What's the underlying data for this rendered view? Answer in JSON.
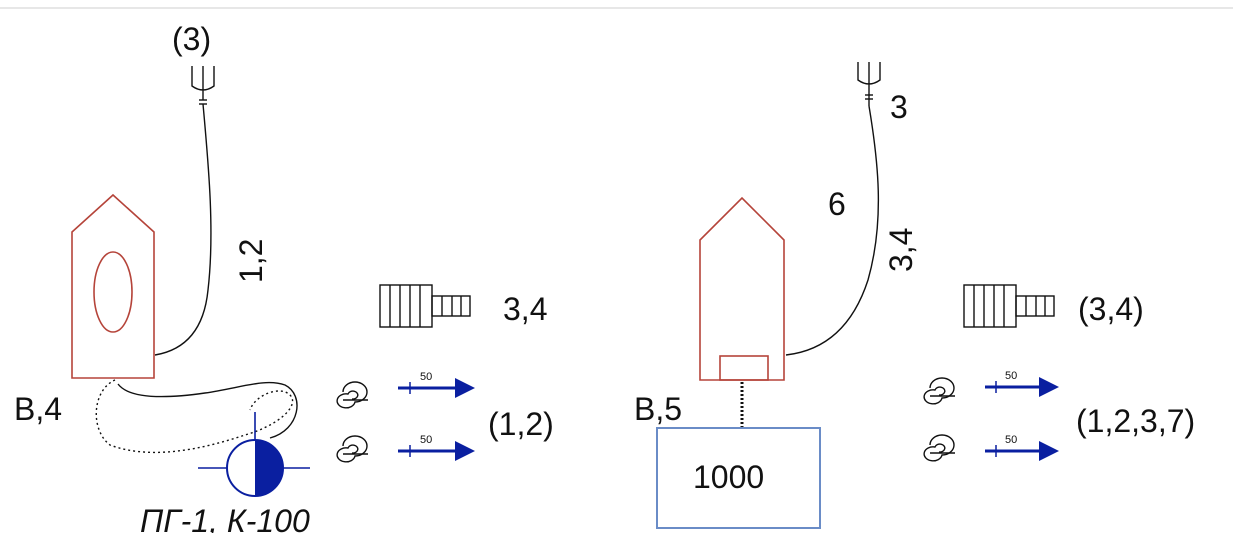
{
  "colors": {
    "vehicle_outline": "#b5443a",
    "arrow": "#0a1fa0",
    "tank_box": "#6a8cc7",
    "line": "#111111"
  },
  "left_scheme": {
    "nozzle_label": "(3)",
    "hose_label": "1,2",
    "vehicle_label": "B,4",
    "ladder_label": "3,4",
    "arrow_value_1": "50",
    "arrow_value_2": "50",
    "arrows_label": "(1,2)",
    "hydrant_label": "ПГ-1, К-100"
  },
  "right_scheme": {
    "nozzle_label": "3",
    "count_label": "6",
    "hose_label": "3,4",
    "vehicle_label": "B,5",
    "tank_label": "1000",
    "ladder_label": "(3,4)",
    "arrow_value_1": "50",
    "arrow_value_2": "50",
    "arrows_label": "(1,2,3,7)"
  },
  "icons": [
    "trident-nozzle-icon",
    "fire-engine-icon",
    "ladder-icon",
    "spiral-hose-icon",
    "flow-arrow-icon",
    "hydrant-icon",
    "water-tank-icon"
  ]
}
